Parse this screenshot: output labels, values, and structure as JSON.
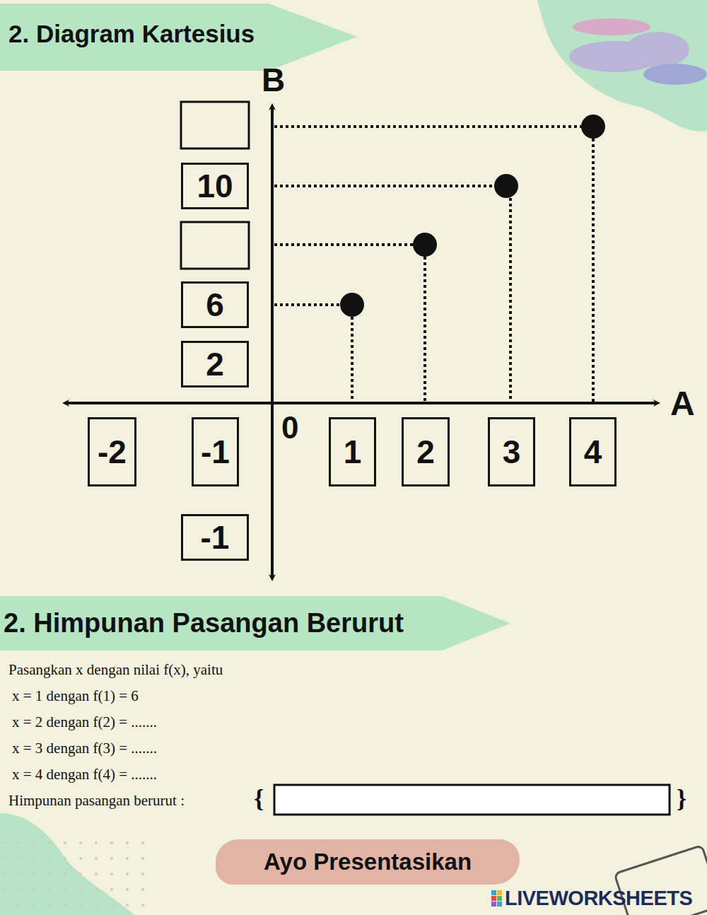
{
  "diagram": {
    "title": "2. Diagram Kartesius",
    "nodes": [
      {
        "text": [
          "10"
        ]
      },
      {
        "text": [
          "6"
        ]
      },
      {
        "text": [
          "2"
        ]
      },
      {
        "text": [
          "-2"
        ]
      },
      {
        "text": [
          "-1"
        ]
      },
      {
        "text": [
          "1"
        ]
      },
      {
        "text": [
          "2"
        ]
      },
      {
        "text": [
          "3"
        ]
      },
      {
        "text": [
          "4"
        ]
      },
      {
        "text": [
          "-1"
        ]
      },
      {
        "text": [
          "2. Himpunan Pasangan Berurut"
        ]
      },
      {
        "text": [
          "Ayo Presentasikan"
        ]
      }
    ],
    "labels": [
      "B",
      "A",
      "0",
      "Pasangkan x dengan nilai f(x), yaitu",
      "x = 1 dengan f(1) = 6",
      "x = 2 dengan f(2) = .......",
      "x = 3 dengan f(3) = .......",
      "x = 4 dengan f(4) = .......",
      "Himpunan pasangan berurut :",
      "{",
      "}",
      "LIVEWORKSHEETS"
    ]
  }
}
